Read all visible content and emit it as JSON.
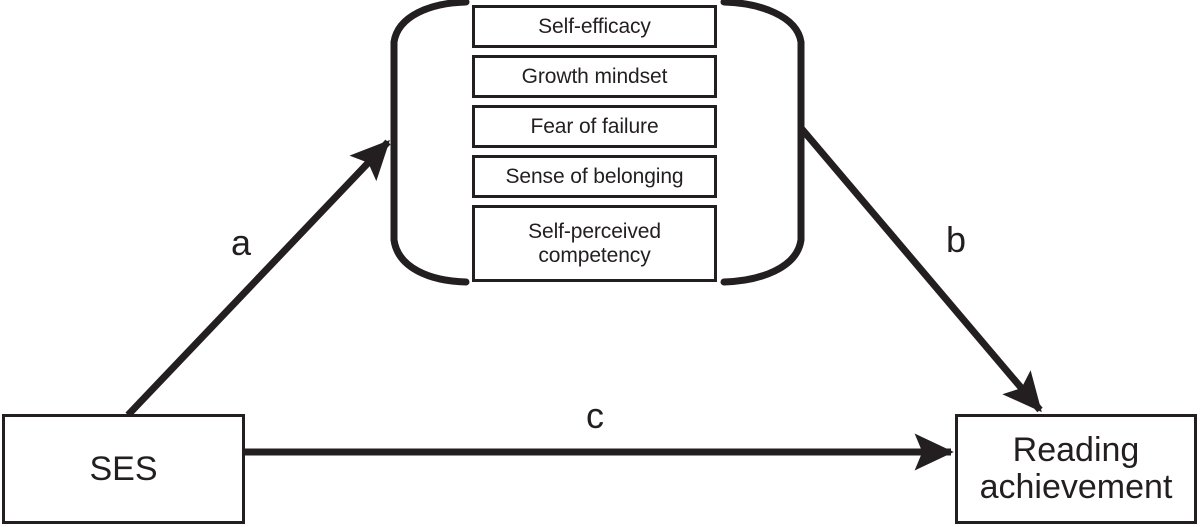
{
  "diagram": {
    "type": "mediation-model",
    "background_color": "#ffffff",
    "stroke_color": "#231f20",
    "predictor": {
      "label": "SES",
      "name": "ses-box"
    },
    "outcome": {
      "label": "Reading\nachievement",
      "name": "reading-achievement-box"
    },
    "mediators": {
      "bracket_left": "left-curly-bracket",
      "bracket_right": "right-curly-bracket",
      "items": [
        {
          "label": "Self-efficacy"
        },
        {
          "label": "Growth mindset"
        },
        {
          "label": "Fear of failure"
        },
        {
          "label": "Sense of belonging"
        },
        {
          "label": "Self-perceived\ncompetency"
        }
      ]
    },
    "paths": [
      {
        "id": "a",
        "label": "a",
        "from": "SES",
        "to": "Mediators",
        "style": "arrow"
      },
      {
        "id": "b",
        "label": "b",
        "from": "Mediators",
        "to": "Reading achievement",
        "style": "arrow"
      },
      {
        "id": "c",
        "label": "c",
        "from": "SES",
        "to": "Reading achievement",
        "style": "arrow"
      }
    ]
  }
}
